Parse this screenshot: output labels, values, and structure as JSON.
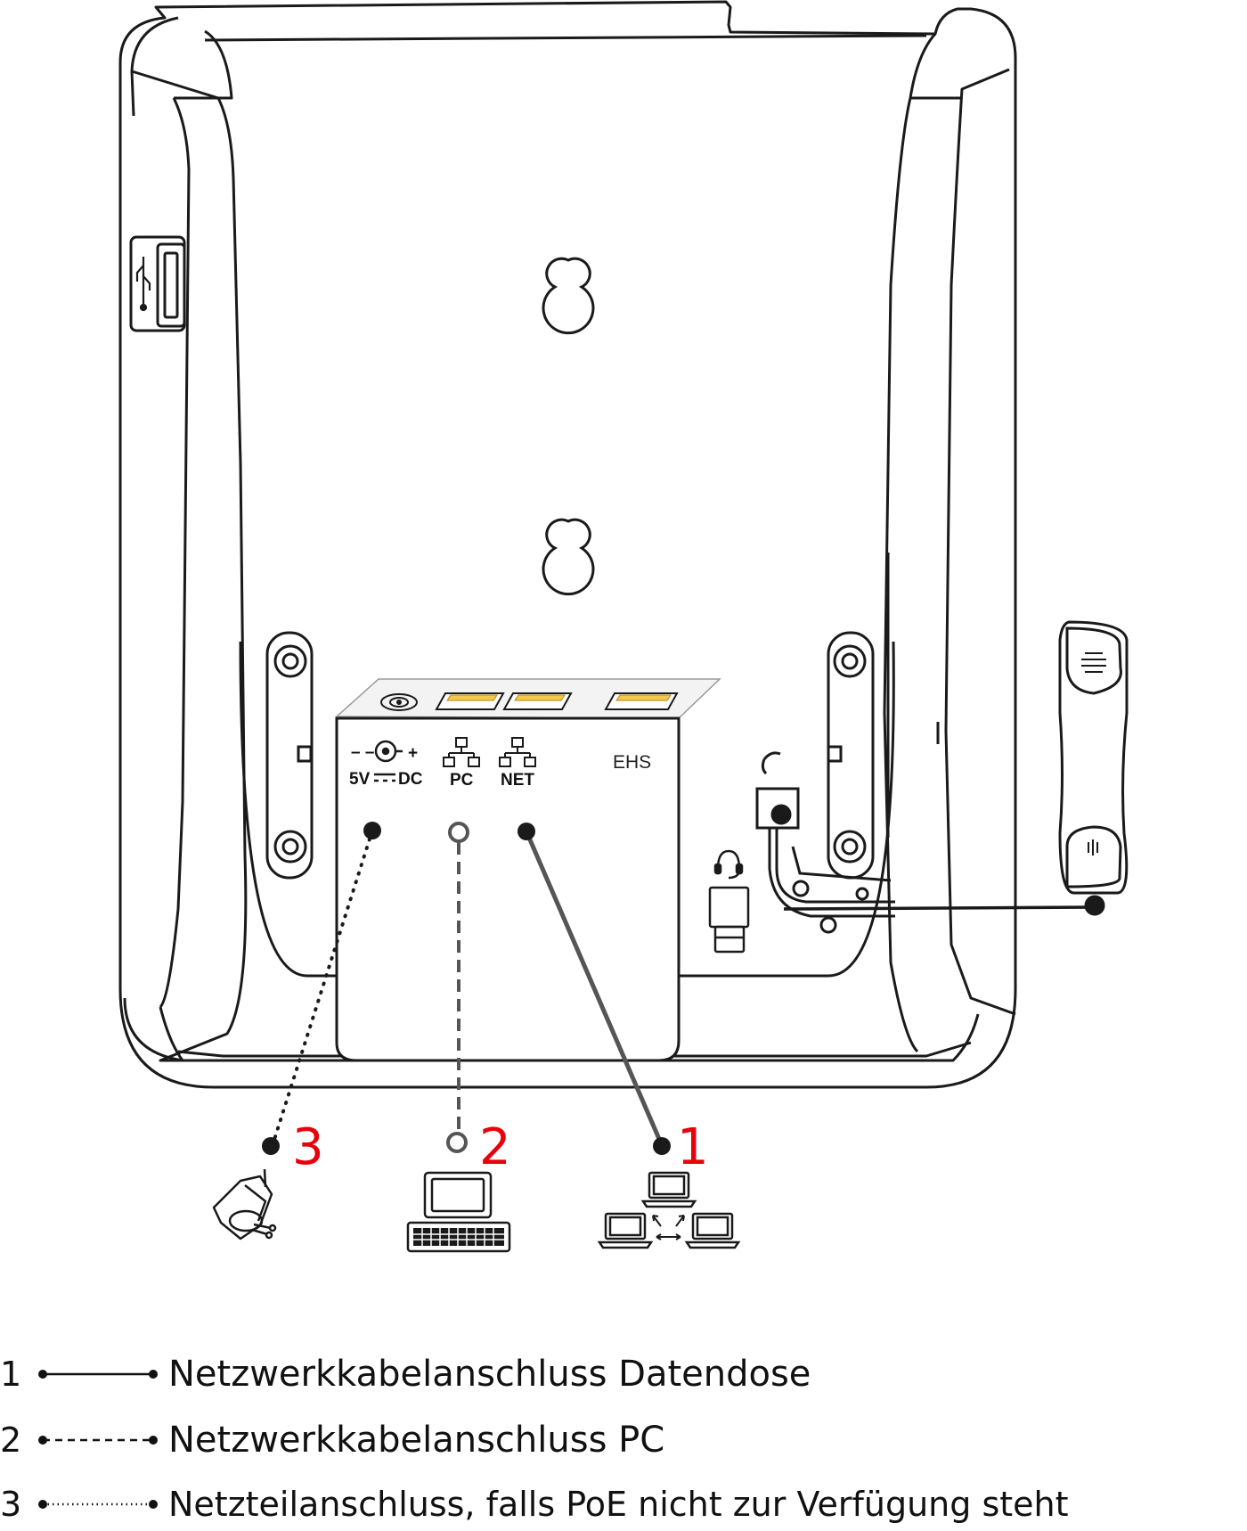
{
  "ports": {
    "power": {
      "top": "– –",
      "plus": "+",
      "label_left": "5V",
      "label_right": "DC"
    },
    "pc": {
      "label": "PC"
    },
    "net": {
      "label": "NET"
    },
    "ehs": {
      "label": "EHS"
    }
  },
  "callouts": [
    {
      "number": "1",
      "color": "#e8000b"
    },
    {
      "number": "2",
      "color": "#e8000b"
    },
    {
      "number": "3",
      "color": "#e8000b"
    }
  ],
  "legend": [
    {
      "number": "1",
      "style": "solid",
      "text": "Netzwerkkabelanschluss Datendose"
    },
    {
      "number": "2",
      "style": "dashed",
      "text": "Netzwerkkabelanschluss PC"
    },
    {
      "number": "3",
      "style": "dotted",
      "text": "Netzteilanschluss, falls PoE nicht zur Verfügung steht"
    }
  ],
  "icons": [
    "usb-icon",
    "power-adapter-icon",
    "computer-icon",
    "network-icon",
    "headset-icon",
    "handset-icon",
    "handset-port-icon"
  ]
}
